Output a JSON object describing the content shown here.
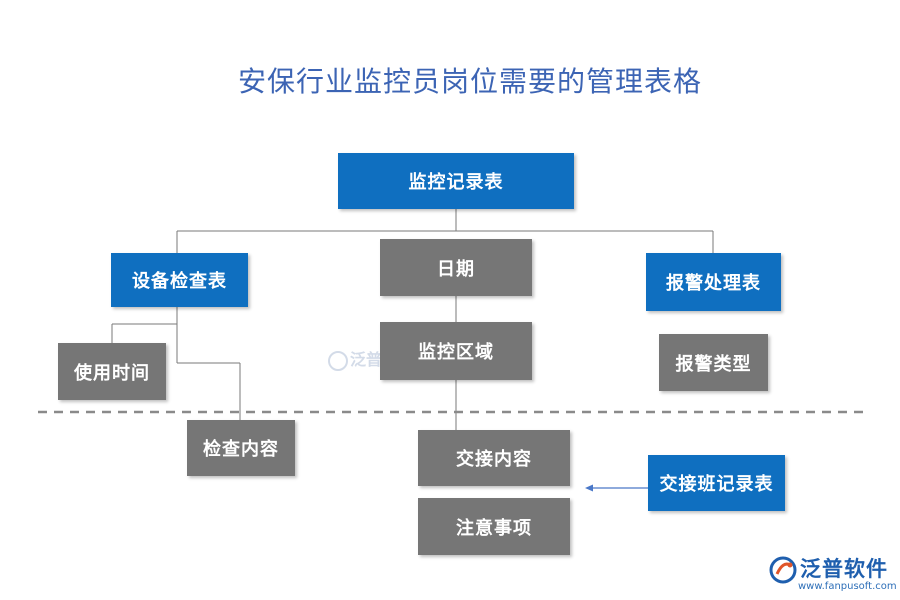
{
  "title": "安保行业监控员岗位需要的管理表格",
  "nodes": {
    "root": "监控记录表",
    "equipment": "设备检查表",
    "date": "日期",
    "alarm": "报警处理表",
    "usage_time": "使用时间",
    "monitor_area": "监控区域",
    "alarm_type": "报警类型",
    "check_content": "检查内容",
    "handover_content": "交接内容",
    "handover_record": "交接班记录表",
    "notes": "注意事项"
  },
  "watermark": "泛普",
  "logo": {
    "name": "泛普软件",
    "url": "www.fanpusoft.com"
  },
  "colors": {
    "title": "#3c64b4",
    "blue_box": "#0f6fc0",
    "gray_box": "#767676",
    "connector": "#7a7a7a",
    "arrow": "#4a78c8"
  }
}
